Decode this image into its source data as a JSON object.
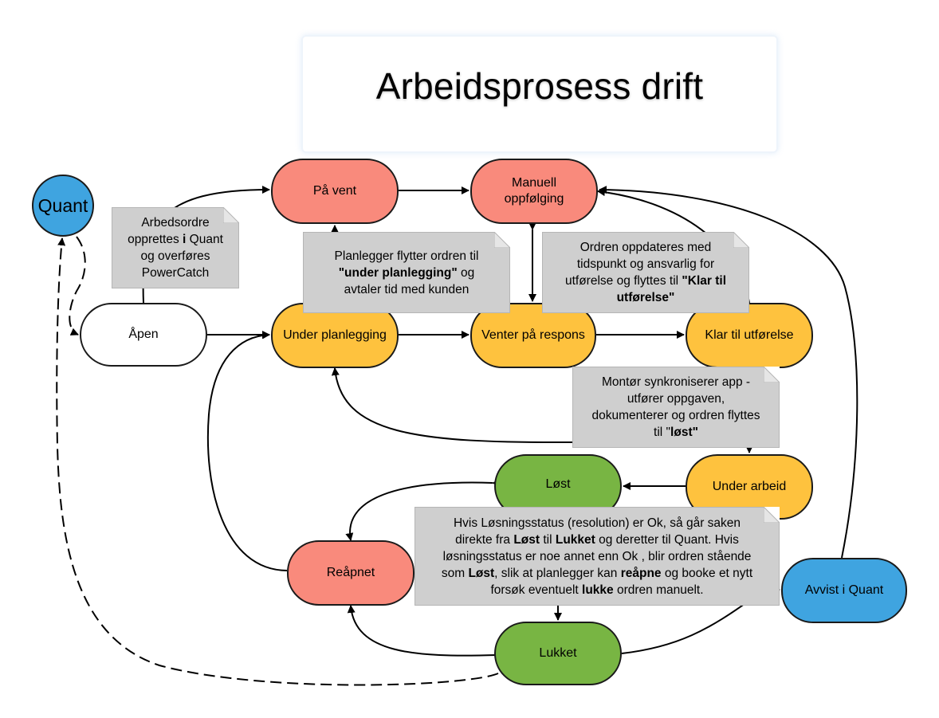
{
  "title": "Arbeidsprosess drift",
  "colors": {
    "red": "#f98a7c",
    "yellow": "#fec23e",
    "green": "#78b543",
    "blue": "#3fa4e0",
    "white": "#ffffff",
    "note": "#cfcfcf"
  },
  "nodes": {
    "quant": "Quant",
    "apen": "Åpen",
    "pa_vent": "På vent",
    "manuell": "Manuell\noppfølging",
    "under_planlegging": "Under planlegging",
    "venter": "Venter på respons",
    "klar": "Klar til utførelse",
    "lost": "Løst",
    "under_arbeid": "Under arbeid",
    "reapnet": "Reåpnet",
    "lukket": "Lukket",
    "avvist": "Avvist i Quant"
  },
  "notes": {
    "arbeidsordre": [
      {
        "t": "Arbedsordre\nopprettes "
      },
      {
        "t": "i",
        "b": true
      },
      {
        "t": " Quant\nog overføres\nPowerCatch"
      }
    ],
    "planlegger": [
      {
        "t": "Planlegger flytter ordren til\n"
      },
      {
        "t": "\"under planlegging\"",
        "b": true
      },
      {
        "t": " og\navtaler tid med kunden"
      }
    ],
    "ordren": [
      {
        "t": "Ordren oppdateres med\ntidspunkt og ansvarlig for\nutførelse og flyttes til "
      },
      {
        "t": "\"Klar til\nutførelse\"",
        "b": true
      }
    ],
    "montor": [
      {
        "t": "Montør synkroniserer app -\nutfører oppgaven,\ndokumenterer og ordren flyttes\ntil \""
      },
      {
        "t": "løst\"",
        "b": true
      }
    ],
    "losning": [
      {
        "t": "Hvis Løsningsstatus (resolution) er Ok, så går saken\ndirekte fra "
      },
      {
        "t": "Løst",
        "b": true
      },
      {
        "t": " til "
      },
      {
        "t": "Lukket",
        "b": true
      },
      {
        "t": " og deretter til Quant. Hvis\nløsningsstatus er noe annet enn Ok , blir ordren stående\nsom "
      },
      {
        "t": "Løst",
        "b": true
      },
      {
        "t": ", slik at planlegger kan "
      },
      {
        "t": "reåpne",
        "b": true
      },
      {
        "t": " og booke et nytt\nforsøk eventuelt "
      },
      {
        "t": "lukke",
        "b": true
      },
      {
        "t": " ordren manuelt."
      }
    ]
  }
}
